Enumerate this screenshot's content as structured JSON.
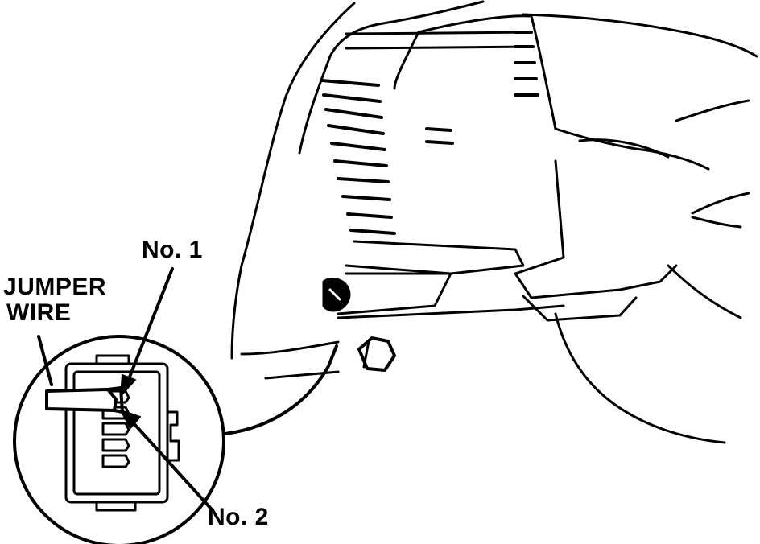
{
  "labels": {
    "jumper_line1": "JUMPER",
    "jumper_line2": "WIRE",
    "no1": "No.  1",
    "no2": "No. 2"
  },
  "colors": {
    "ink": "#000000",
    "paper": "#ffffff"
  }
}
